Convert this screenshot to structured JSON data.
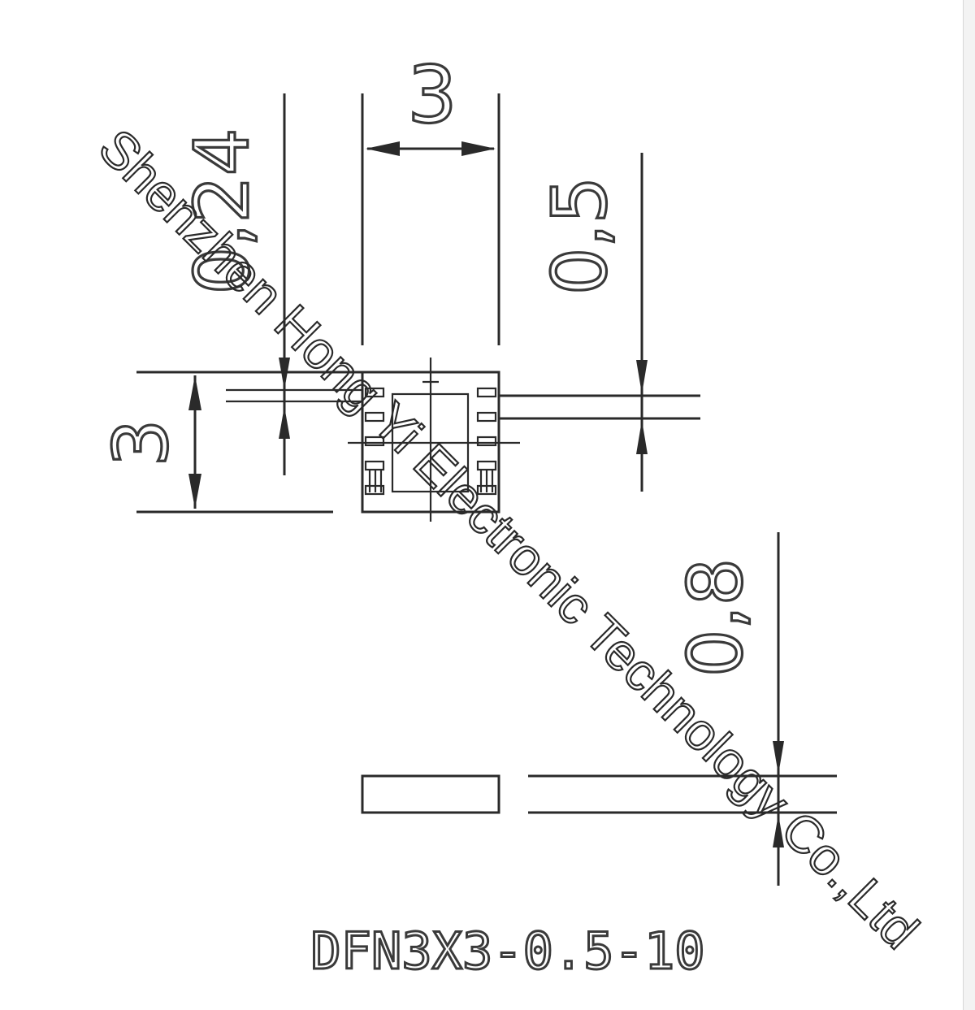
{
  "dimensions": {
    "body_width_top": "3",
    "body_height_left": "3",
    "lead_width": "0,24",
    "pitch": "0,5",
    "thickness": "0,8"
  },
  "part_number": "DFN3X3-0.5-10",
  "watermark": "Shenzhen Hong Yi Electronic Technology Co.,Ltd"
}
